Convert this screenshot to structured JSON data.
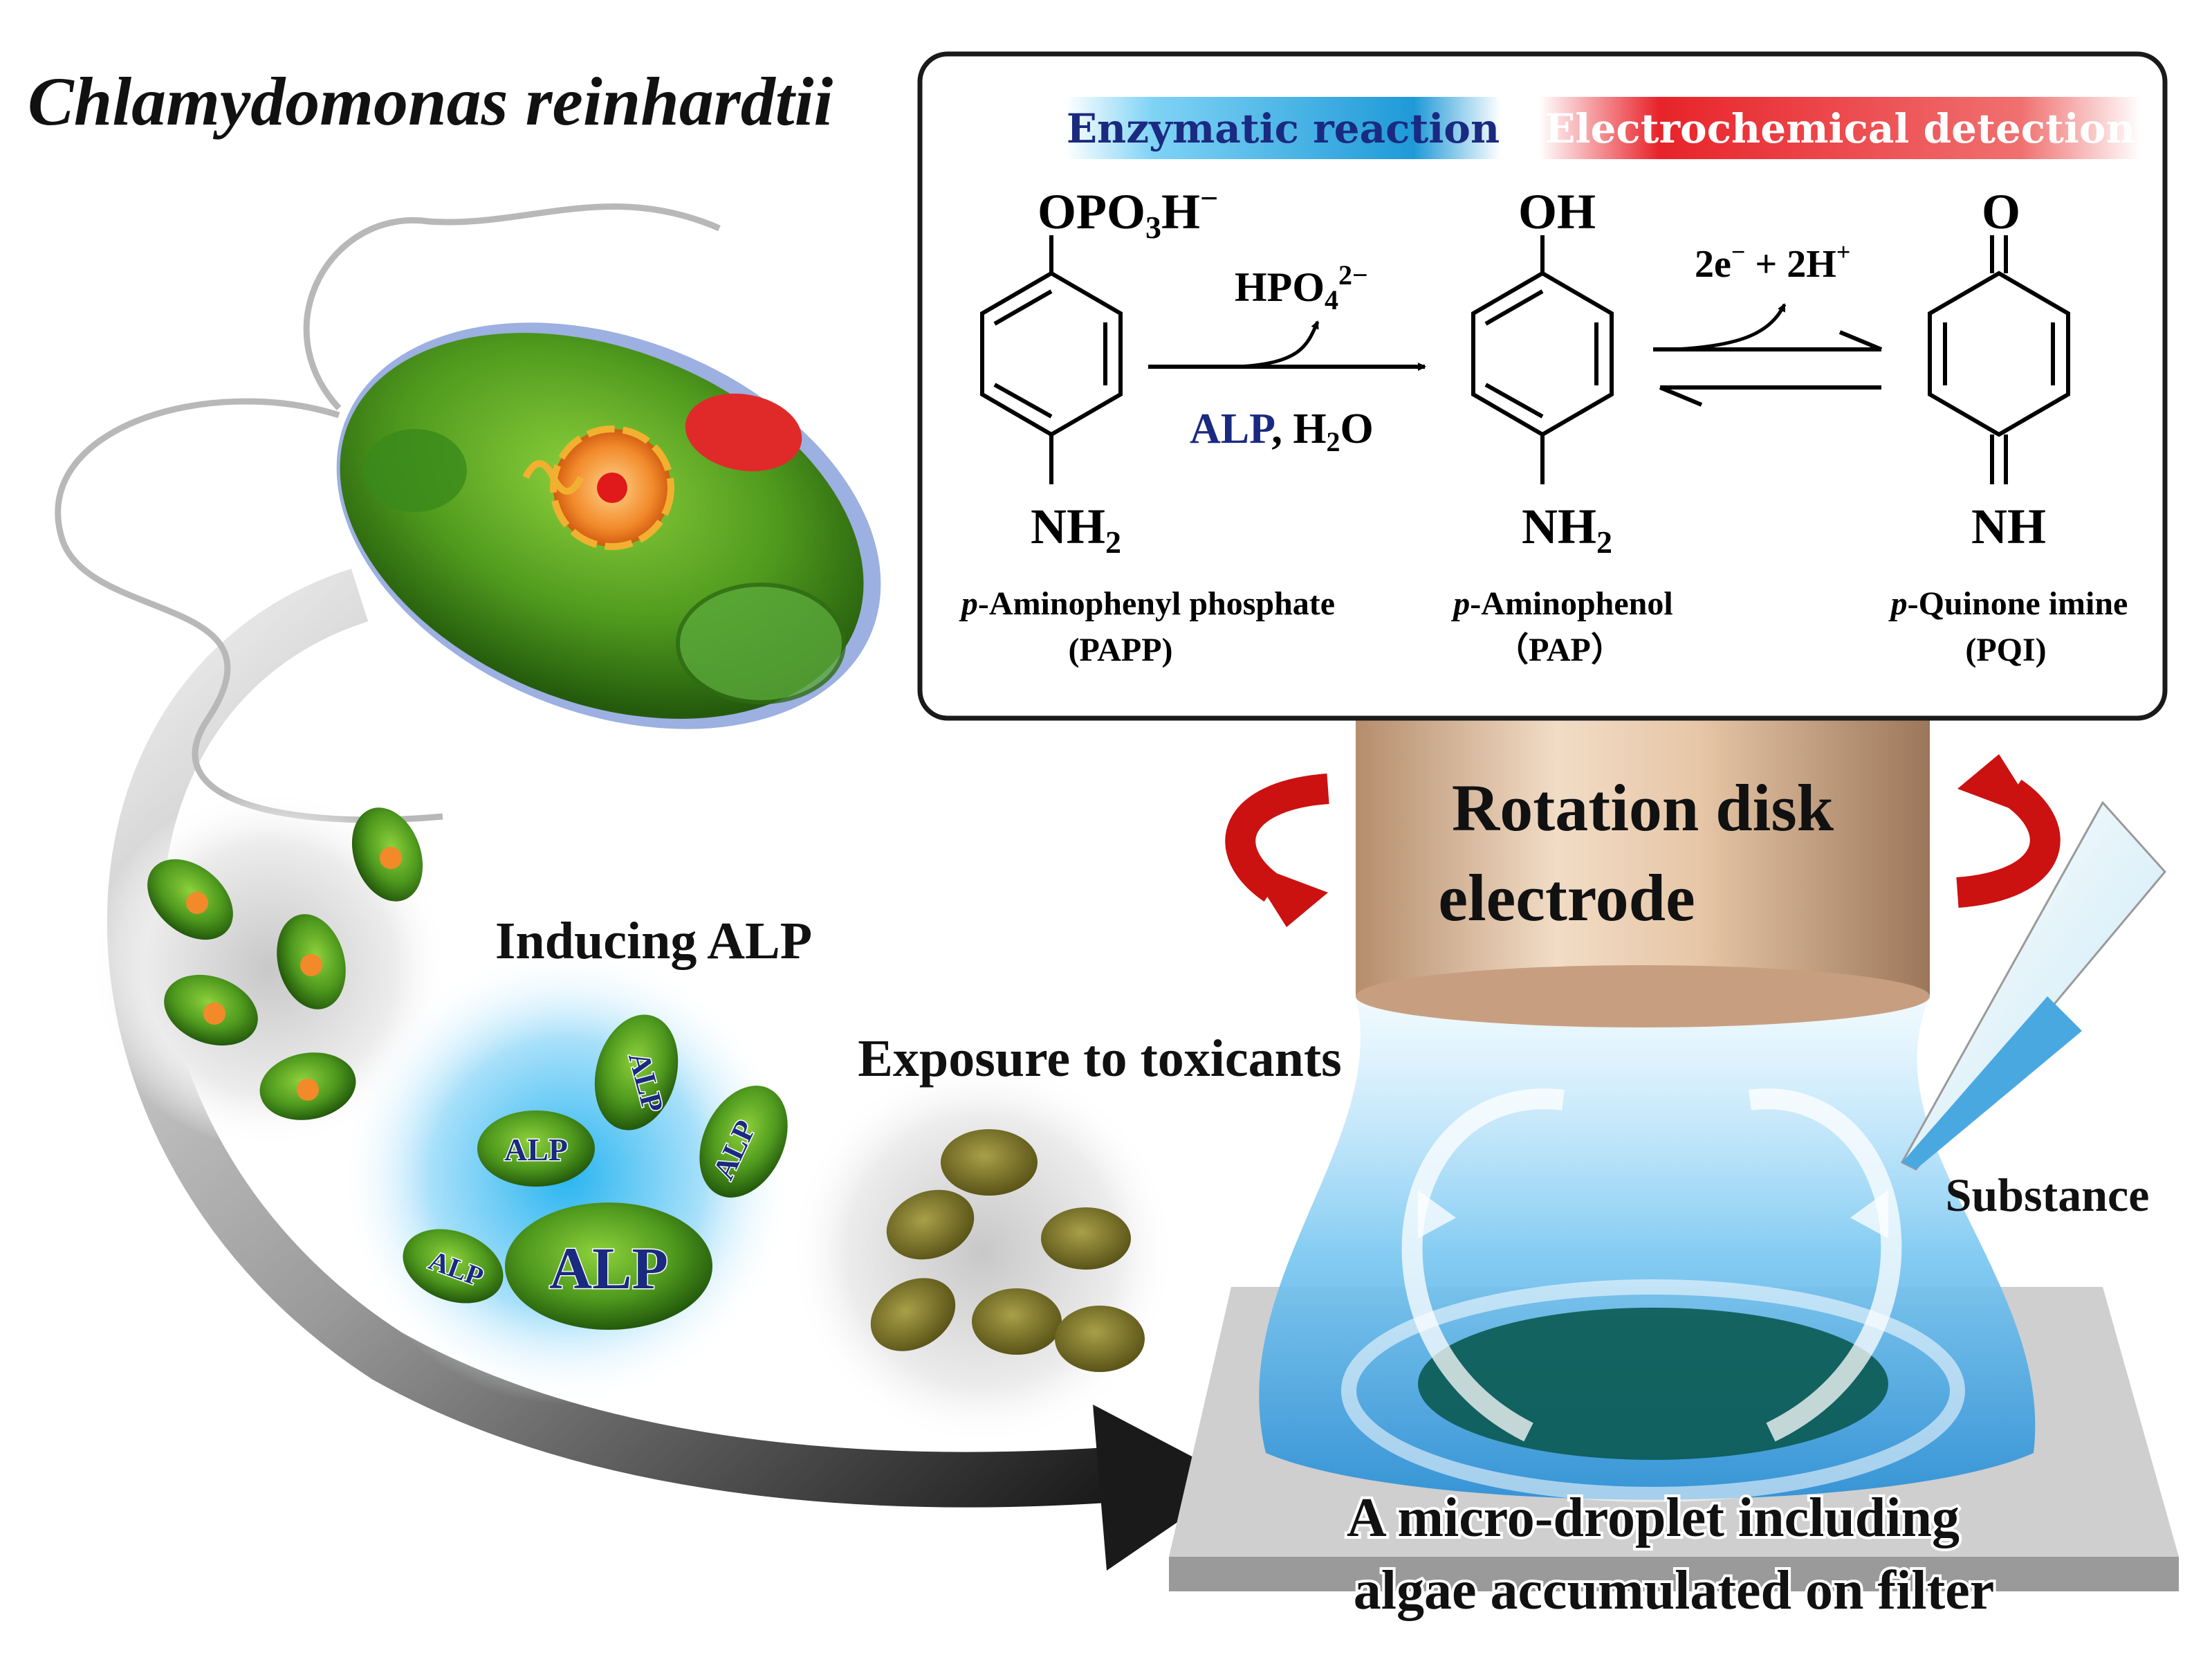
{
  "title": "Chlamydomonas reinhardtii",
  "reaction_box": {
    "enzymatic_label": "Enzymatic reaction",
    "electro_label": "Electrochemical detection",
    "papp": {
      "top_group": "OPO",
      "top_sub": "3",
      "top_tail": "H",
      "top_sup": "−",
      "bottom_group": "NH",
      "bottom_sub": "2",
      "name_prefix": "p",
      "name": "-Aminophenyl  phosphate",
      "abbr": "(PAPP)"
    },
    "arrow1": {
      "byproduct": "HPO",
      "byproduct_sub": "4",
      "byproduct_sup": "2−",
      "enzyme": "ALP",
      "cond": ", H",
      "cond_sub": "2",
      "cond_tail": "O"
    },
    "pap": {
      "top_group": "OH",
      "bottom_group": "NH",
      "bottom_sub": "2",
      "name_prefix": "p",
      "name": "-Aminophenol",
      "abbr": "（PAP）"
    },
    "arrow2": {
      "electrons": "2e",
      "e_sup": "−",
      "plus": " + 2H",
      "h_sup": "+"
    },
    "pqi": {
      "top_group": "O",
      "bottom_group": "NH",
      "name_prefix": "p",
      "name": "-Quinone imine",
      "abbr": "(PQI)"
    }
  },
  "electrode_label_line1": "Rotation disk",
  "electrode_label_line2": "electrode",
  "inducing_label": "Inducing ALP",
  "exposure_label": "Exposure to toxicants",
  "substance_label": "Substance",
  "alp_badge": "ALP",
  "droplet_label_line1": "A micro-droplet including",
  "droplet_label_line2": "algae accumulated on filter",
  "colors": {
    "enzymatic_band": "#3bb3e8",
    "electro_band": "#e8232a",
    "alp_text": "#1a2a80",
    "cell_green": "#4f9a1e",
    "stigma_red": "#e02a2a",
    "electrode": "#d6b396",
    "arrow_red": "#cc1111",
    "droplet_blue": "#3fa8e6"
  }
}
